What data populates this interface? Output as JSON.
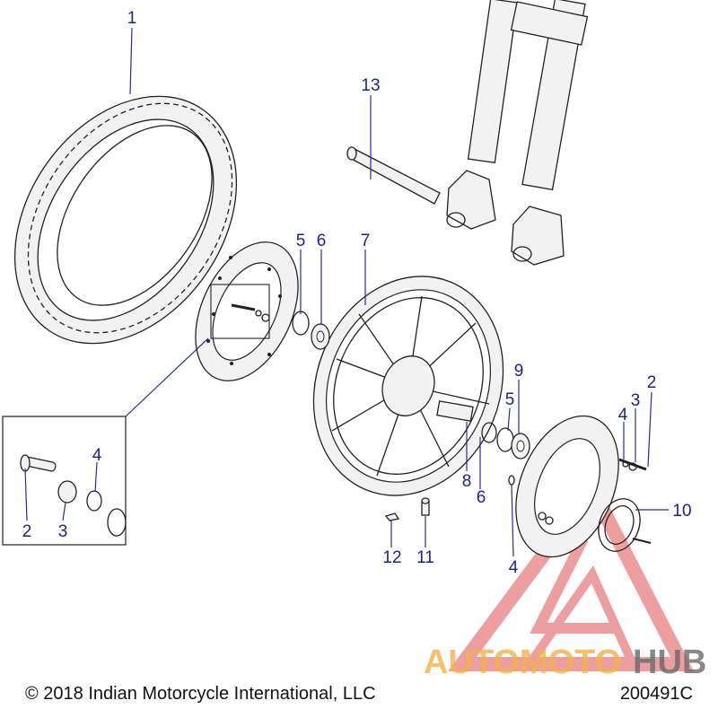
{
  "diagram": {
    "callouts": [
      {
        "id": "c1",
        "label": "1"
      },
      {
        "id": "c2a",
        "label": "2"
      },
      {
        "id": "c2b",
        "label": "2"
      },
      {
        "id": "c3a",
        "label": "3"
      },
      {
        "id": "c3b",
        "label": "3"
      },
      {
        "id": "c4a",
        "label": "4"
      },
      {
        "id": "c4b",
        "label": "4"
      },
      {
        "id": "c4c",
        "label": "4"
      },
      {
        "id": "c5a",
        "label": "5"
      },
      {
        "id": "c5b",
        "label": "5"
      },
      {
        "id": "c6a",
        "label": "6"
      },
      {
        "id": "c6b",
        "label": "6"
      },
      {
        "id": "c7",
        "label": "7"
      },
      {
        "id": "c8",
        "label": "8"
      },
      {
        "id": "c9",
        "label": "9"
      },
      {
        "id": "c10",
        "label": "10"
      },
      {
        "id": "c11",
        "label": "11"
      },
      {
        "id": "c12",
        "label": "12"
      },
      {
        "id": "c13",
        "label": "13"
      }
    ]
  },
  "footer": {
    "copyright": "© 2018 Indian Motorcycle International, LLC",
    "diagram_code": "200491C"
  },
  "watermark": {
    "word_part1": "AUTOMOTO",
    "word_part2": "HUB",
    "color_part1": "#f2b24a",
    "color_part2": "#6b6b6b",
    "triangle_color": "#e05050"
  },
  "colors": {
    "line": "#222222",
    "callout": "#1f1f8f",
    "background": "#ffffff"
  }
}
